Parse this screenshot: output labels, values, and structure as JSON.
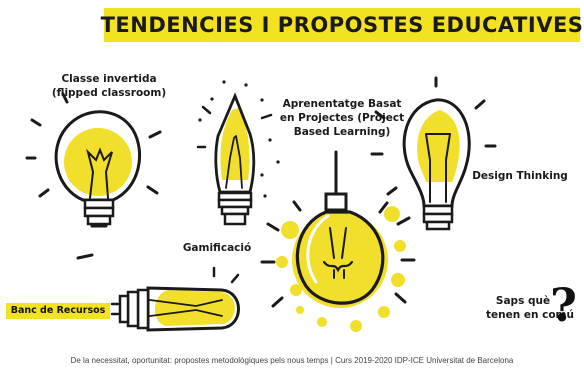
{
  "header": {
    "title": "TENDENCIES I PROPOSTES EDUCATIVES"
  },
  "labels": {
    "classe_line1": "Classe invertida",
    "classe_line2": "(flipped classroom)",
    "abp_line1": "Aprenentatge Basat",
    "abp_line2": "en Projectes (Project",
    "abp_line3": "Based Learning)",
    "design": "Design Thinking",
    "gami": "Gamificació",
    "banc": "Banc de Recursos",
    "saps_line1": "Saps què",
    "saps_line2": "tenen en comú",
    "question": "?"
  },
  "footer": {
    "text": "De la necessitat, oportunitat: propostes metodològiques pels nous temps | Curs 2019-2020 IDP-ICE Universitat de Barcelona"
  },
  "colors": {
    "accent": "#f3e21f",
    "ink": "#1a1a1a"
  },
  "icons": [
    "lightbulb-round-icon",
    "lightbulb-pencil-icon",
    "lightbulb-hanging-icon",
    "lightbulb-tall-icon",
    "lightbulb-tube-icon"
  ]
}
